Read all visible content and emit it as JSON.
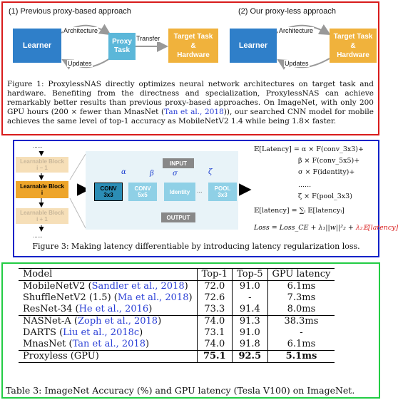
{
  "figure1": {
    "left_heading": "(1) Previous proxy-based approach",
    "right_heading": "(2) Our proxy-less approach",
    "left_diagram": {
      "learner": "Learner",
      "proxy_line1": "Proxy",
      "proxy_line2": "Task",
      "architecture": "Architecture",
      "updates": "Updates",
      "transfer": "Transfer",
      "target_line1": "Target Task",
      "target_line2": "&",
      "target_line3": "Hardware"
    },
    "right_diagram": {
      "learner": "Learner",
      "architecture": "Architecture",
      "updates": "Updates",
      "target_line1": "Target Task",
      "target_line2": "&",
      "target_line3": "Hardware"
    },
    "caption": {
      "prefix": "Figure 1: ProxylessNAS directly optimizes neural network architectures on target task and hardware. Benefiting from the directness and specialization, ProxylessNAS can achieve remarkably better results than previous proxy-based approaches. On ImageNet, with only 200 GPU hours (200 × fewer than MnasNet (",
      "cite": "Tan et al., 2018",
      "suffix": ")), our searched CNN model for mobile achieves the same level of top-1 accuracy as MobileNetV2 1.4 while being 1.8× faster."
    }
  },
  "figure3": {
    "dots": "......",
    "block_top_line1": "Learnable Block",
    "block_top_line2": "i − 1",
    "block_mid_line1": "Learnable Block",
    "block_mid_line2": "i",
    "block_bot_line1": "Learnable Block",
    "block_bot_line2": "i + 1",
    "input": "INPUT",
    "output": "OUTPUT",
    "ops": [
      {
        "line1": "CONV",
        "line2": "3x3"
      },
      {
        "line1": "CONV",
        "line2": "5x5"
      },
      {
        "line1": "Identity",
        "line2": ""
      },
      {
        "line1": "POOL",
        "line2": "3x3"
      }
    ],
    "greek": [
      "α",
      "β",
      "σ",
      "ζ"
    ],
    "op_dots": "...",
    "equations": [
      "𝔼[Latency] = α × F(conv_3x3)+",
      "β × F(conv_5x5)+",
      "σ × F(identity)+",
      "......",
      "ζ × F(pool_3x3)",
      "𝔼[latency] = ∑ᵢ 𝔼[latencyᵢ]"
    ],
    "loss_prefix": "Loss = Loss_CE + λ₁||w||²₂ + ",
    "loss_red": "λ₂𝔼[latency]",
    "caption": "Figure 3: Making latency differentiable by introducing latency regularization loss."
  },
  "table3": {
    "headers": [
      "Model",
      "Top-1",
      "Top-5",
      "GPU latency"
    ],
    "rows": [
      {
        "model": "MobileNetV2 (",
        "cite": "Sandler et al., 2018",
        "close": ")",
        "top1": "72.0",
        "top5": "91.0",
        "latency": "6.1ms"
      },
      {
        "model": "ShuffleNetV2 (1.5) (",
        "cite": "Ma et al., 2018",
        "close": ")",
        "top1": "72.6",
        "top5": "-",
        "latency": "7.3ms"
      },
      {
        "model": "ResNet-34 (",
        "cite": "He et al., 2016",
        "close": ")",
        "top1": "73.3",
        "top5": "91.4",
        "latency": "8.0ms"
      },
      {
        "model": "NASNet-A (",
        "cite": "Zoph et al., 2018",
        "close": ")",
        "top1": "74.0",
        "top5": "91.3",
        "latency": "38.3ms"
      },
      {
        "model": "DARTS (",
        "cite": "Liu et al., 2018c",
        "close": ")",
        "top1": "73.1",
        "top5": "91.0",
        "latency": "-"
      },
      {
        "model": "MnasNet (",
        "cite": "Tan et al., 2018",
        "close": ")",
        "top1": "74.0",
        "top5": "91.8",
        "latency": "6.1ms"
      }
    ],
    "final_row": {
      "model": "Proxyless (GPU)",
      "top1": "75.1",
      "top5": "92.5",
      "latency": "5.1ms"
    },
    "caption": "Table 3: ImageNet Accuracy (%) and GPU latency (Tesla V100) on ImageNet."
  }
}
